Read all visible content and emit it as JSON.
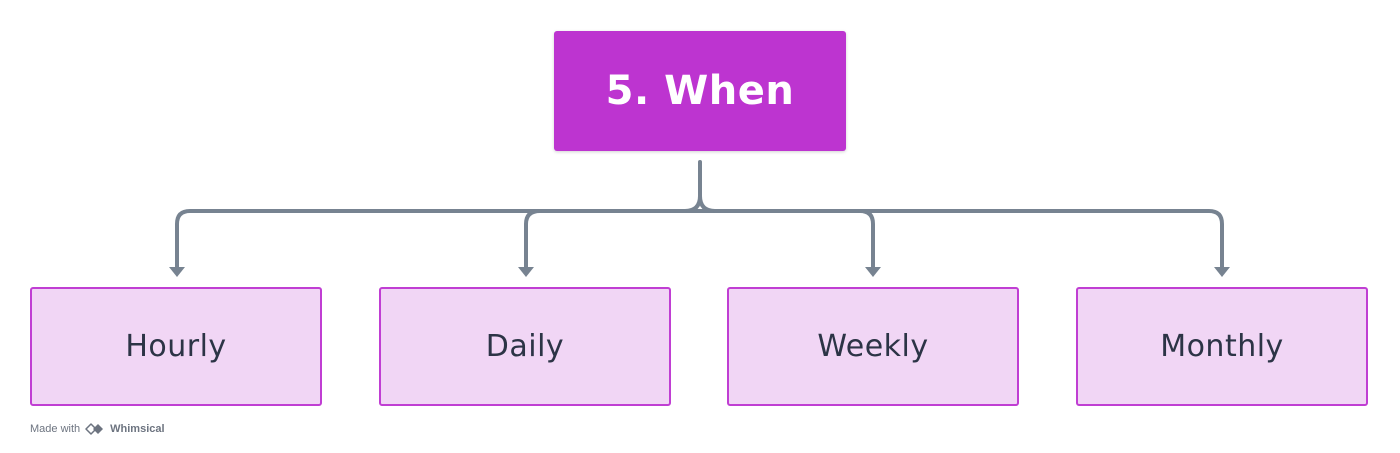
{
  "diagram": {
    "root": {
      "label": "5. When"
    },
    "children": [
      {
        "label": "Hourly"
      },
      {
        "label": "Daily"
      },
      {
        "label": "Weekly"
      },
      {
        "label": "Monthly"
      }
    ]
  },
  "footer": {
    "made_with": "Made with",
    "brand": "Whimsical"
  },
  "colors": {
    "root_fill": "#bd34d0",
    "child_fill": "#f1d6f5",
    "child_border": "#c03ed3",
    "connector": "#778391"
  },
  "icons": {
    "footer_logo": "whimsical-logo-icon"
  }
}
